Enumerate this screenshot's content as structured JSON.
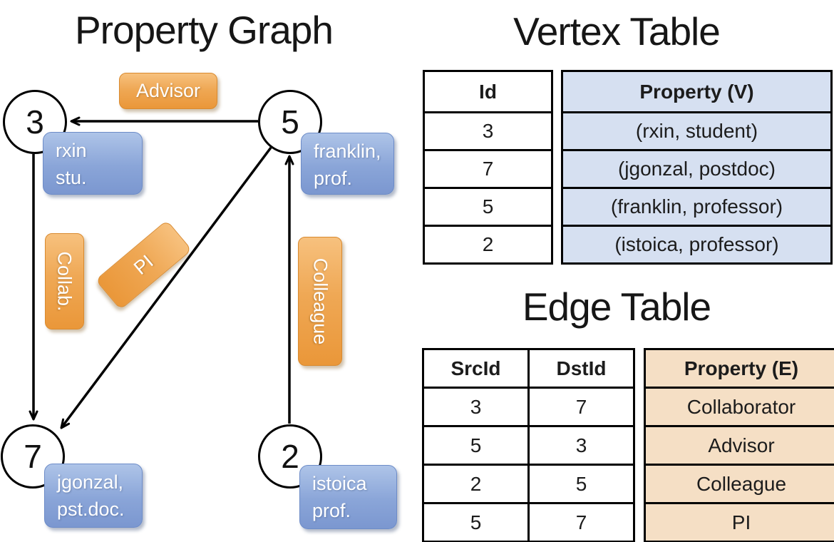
{
  "graph": {
    "title": "Property Graph",
    "nodes": [
      {
        "id": "3",
        "label_lines": [
          "rxin",
          "stu."
        ]
      },
      {
        "id": "5",
        "label_lines": [
          "franklin,",
          "prof."
        ]
      },
      {
        "id": "7",
        "label_lines": [
          "jgonzal,",
          "pst.doc."
        ]
      },
      {
        "id": "2",
        "label_lines": [
          "istoica",
          "prof."
        ]
      }
    ],
    "edge_labels": {
      "advisor": "Advisor",
      "collab": "Collab.",
      "pi": "PI",
      "colleague": "Colleague"
    },
    "edges": [
      {
        "src": "5",
        "dst": "3",
        "label": "Advisor"
      },
      {
        "src": "3",
        "dst": "7",
        "label": "Collab."
      },
      {
        "src": "5",
        "dst": "7",
        "label": "PI"
      },
      {
        "src": "2",
        "dst": "5",
        "label": "Colleague"
      }
    ]
  },
  "vertex_table": {
    "title": "Vertex Table",
    "id_header": "Id",
    "property_header": "Property (V)",
    "rows": [
      {
        "id": "3",
        "property": "(rxin, student)"
      },
      {
        "id": "7",
        "property": "(jgonzal, postdoc)"
      },
      {
        "id": "5",
        "property": "(franklin, professor)"
      },
      {
        "id": "2",
        "property": "(istoica, professor)"
      }
    ]
  },
  "edge_table": {
    "title": "Edge Table",
    "src_header": "SrcId",
    "dst_header": "DstId",
    "property_header": "Property (E)",
    "rows": [
      {
        "src": "3",
        "dst": "7",
        "property": "Collaborator"
      },
      {
        "src": "5",
        "dst": "3",
        "property": "Advisor"
      },
      {
        "src": "2",
        "dst": "5",
        "property": "Colleague"
      },
      {
        "src": "5",
        "dst": "7",
        "property": "PI"
      }
    ]
  },
  "colors": {
    "edge_label_orange": "#EFA855",
    "vertex_label_blue": "#8AA5D8",
    "vertex_table_fill": "#D6E0F1",
    "edge_table_fill": "#F5DFC5",
    "line_black": "#000000"
  }
}
